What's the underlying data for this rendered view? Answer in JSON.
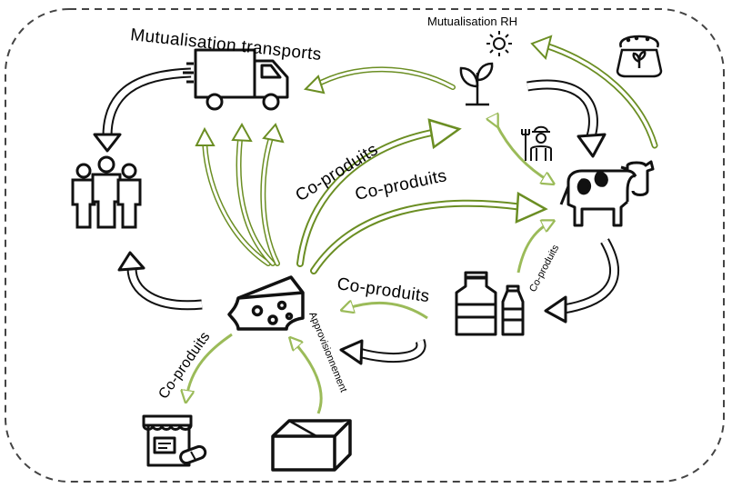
{
  "labels": {
    "mutualisation_transports": "Mutualisation transports",
    "mutualisation_rh": "Mutualisation RH",
    "coproduits_upper": "Co-produits",
    "coproduits_middle": "Co-produits",
    "coproduits_lower": "Co-produits",
    "coproduits_left": "Co-produits",
    "coproduits_right": "Co-produits",
    "approvisionnement": "Approvisionnement"
  },
  "colors": {
    "green": "#6b8e23",
    "light_green": "#9bbb59",
    "dark": "#111111",
    "border": "#444444"
  },
  "nodes": [
    {
      "id": "truck",
      "icon": "truck-icon"
    },
    {
      "id": "workers",
      "icon": "people-group-icon"
    },
    {
      "id": "plant",
      "icon": "sprout-icon"
    },
    {
      "id": "sun",
      "icon": "sun-icon"
    },
    {
      "id": "bag",
      "icon": "feed-sack-icon"
    },
    {
      "id": "farmer",
      "icon": "farmer-icon"
    },
    {
      "id": "cow",
      "icon": "cow-icon"
    },
    {
      "id": "cheese",
      "icon": "cheese-icon"
    },
    {
      "id": "milk",
      "icon": "milk-bottles-icon"
    },
    {
      "id": "shop",
      "icon": "pharmacy-shop-icon"
    },
    {
      "id": "box",
      "icon": "box-icon"
    }
  ]
}
